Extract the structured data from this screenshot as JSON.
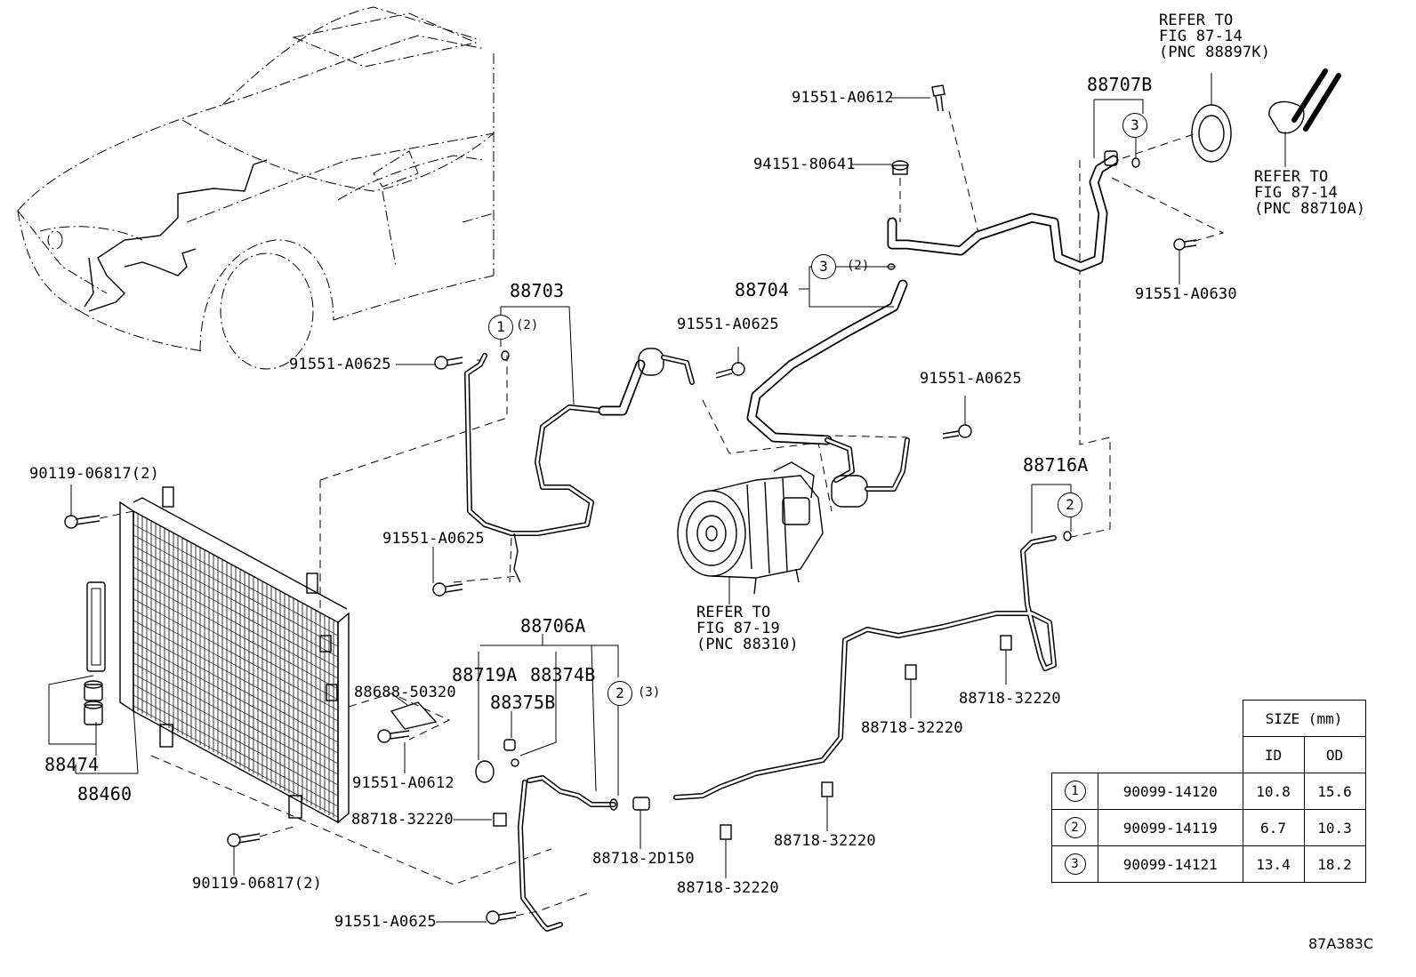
{
  "diagram_id": "87A383C",
  "refer": [
    {
      "line1": "REFER TO",
      "line2": "FIG 87-14",
      "line3": "(PNC 88897K)"
    },
    {
      "line1": "REFER TO",
      "line2": "FIG 87-14",
      "line3": "(PNC 88710A)"
    },
    {
      "line1": "REFER TO",
      "line2": "FIG 87-19",
      "line3": "(PNC 88310)"
    }
  ],
  "parts": {
    "p88707B": "88707B",
    "p88704": "88704",
    "p88703": "88703",
    "p88716A": "88716A",
    "p88706A": "88706A",
    "p88719A": "88719A",
    "p88374B": "88374B",
    "p88375B": "88375B",
    "p88474": "88474",
    "p88460": "88460",
    "p88688": "88688-50320",
    "p88718_2D150": "88718-2D150"
  },
  "bolts": {
    "b_a0612_top": "91551-A0612",
    "b_94151": "94151-80641",
    "b_a0630": "91551-A0630",
    "b_a0625_mid": "91551-A0625",
    "b_a0625_left": "91551-A0625",
    "b_a0625_right": "91551-A0625",
    "b_a0625_lower": "91551-A0625",
    "b_a0625_bottom": "91551-A0625",
    "b_a0612_low": "91551-A0612",
    "b_90119_top": "90119-06817(2)",
    "b_90119_bot": "90119-06817(2)",
    "c_32220_a": "88718-32220",
    "c_32220_b": "88718-32220",
    "c_32220_c": "88718-32220",
    "c_32220_d": "88718-32220",
    "c_32220_e": "88718-32220"
  },
  "orings": {
    "o1": "1",
    "o2a": "2",
    "o2b": "2",
    "o3a": "3",
    "o3b": "3",
    "q2a": "(2)",
    "q2b": "(2)",
    "q3": "(3)"
  },
  "size_table": {
    "header": "SIZE (mm)",
    "col_id": "ID",
    "col_od": "OD",
    "rows": [
      {
        "ref": "1",
        "part": "90099-14120",
        "id": "10.8",
        "od": "15.6"
      },
      {
        "ref": "2",
        "part": "90099-14119",
        "id": "6.7",
        "od": "10.3"
      },
      {
        "ref": "3",
        "part": "90099-14121",
        "id": "13.4",
        "od": "18.2"
      }
    ]
  }
}
